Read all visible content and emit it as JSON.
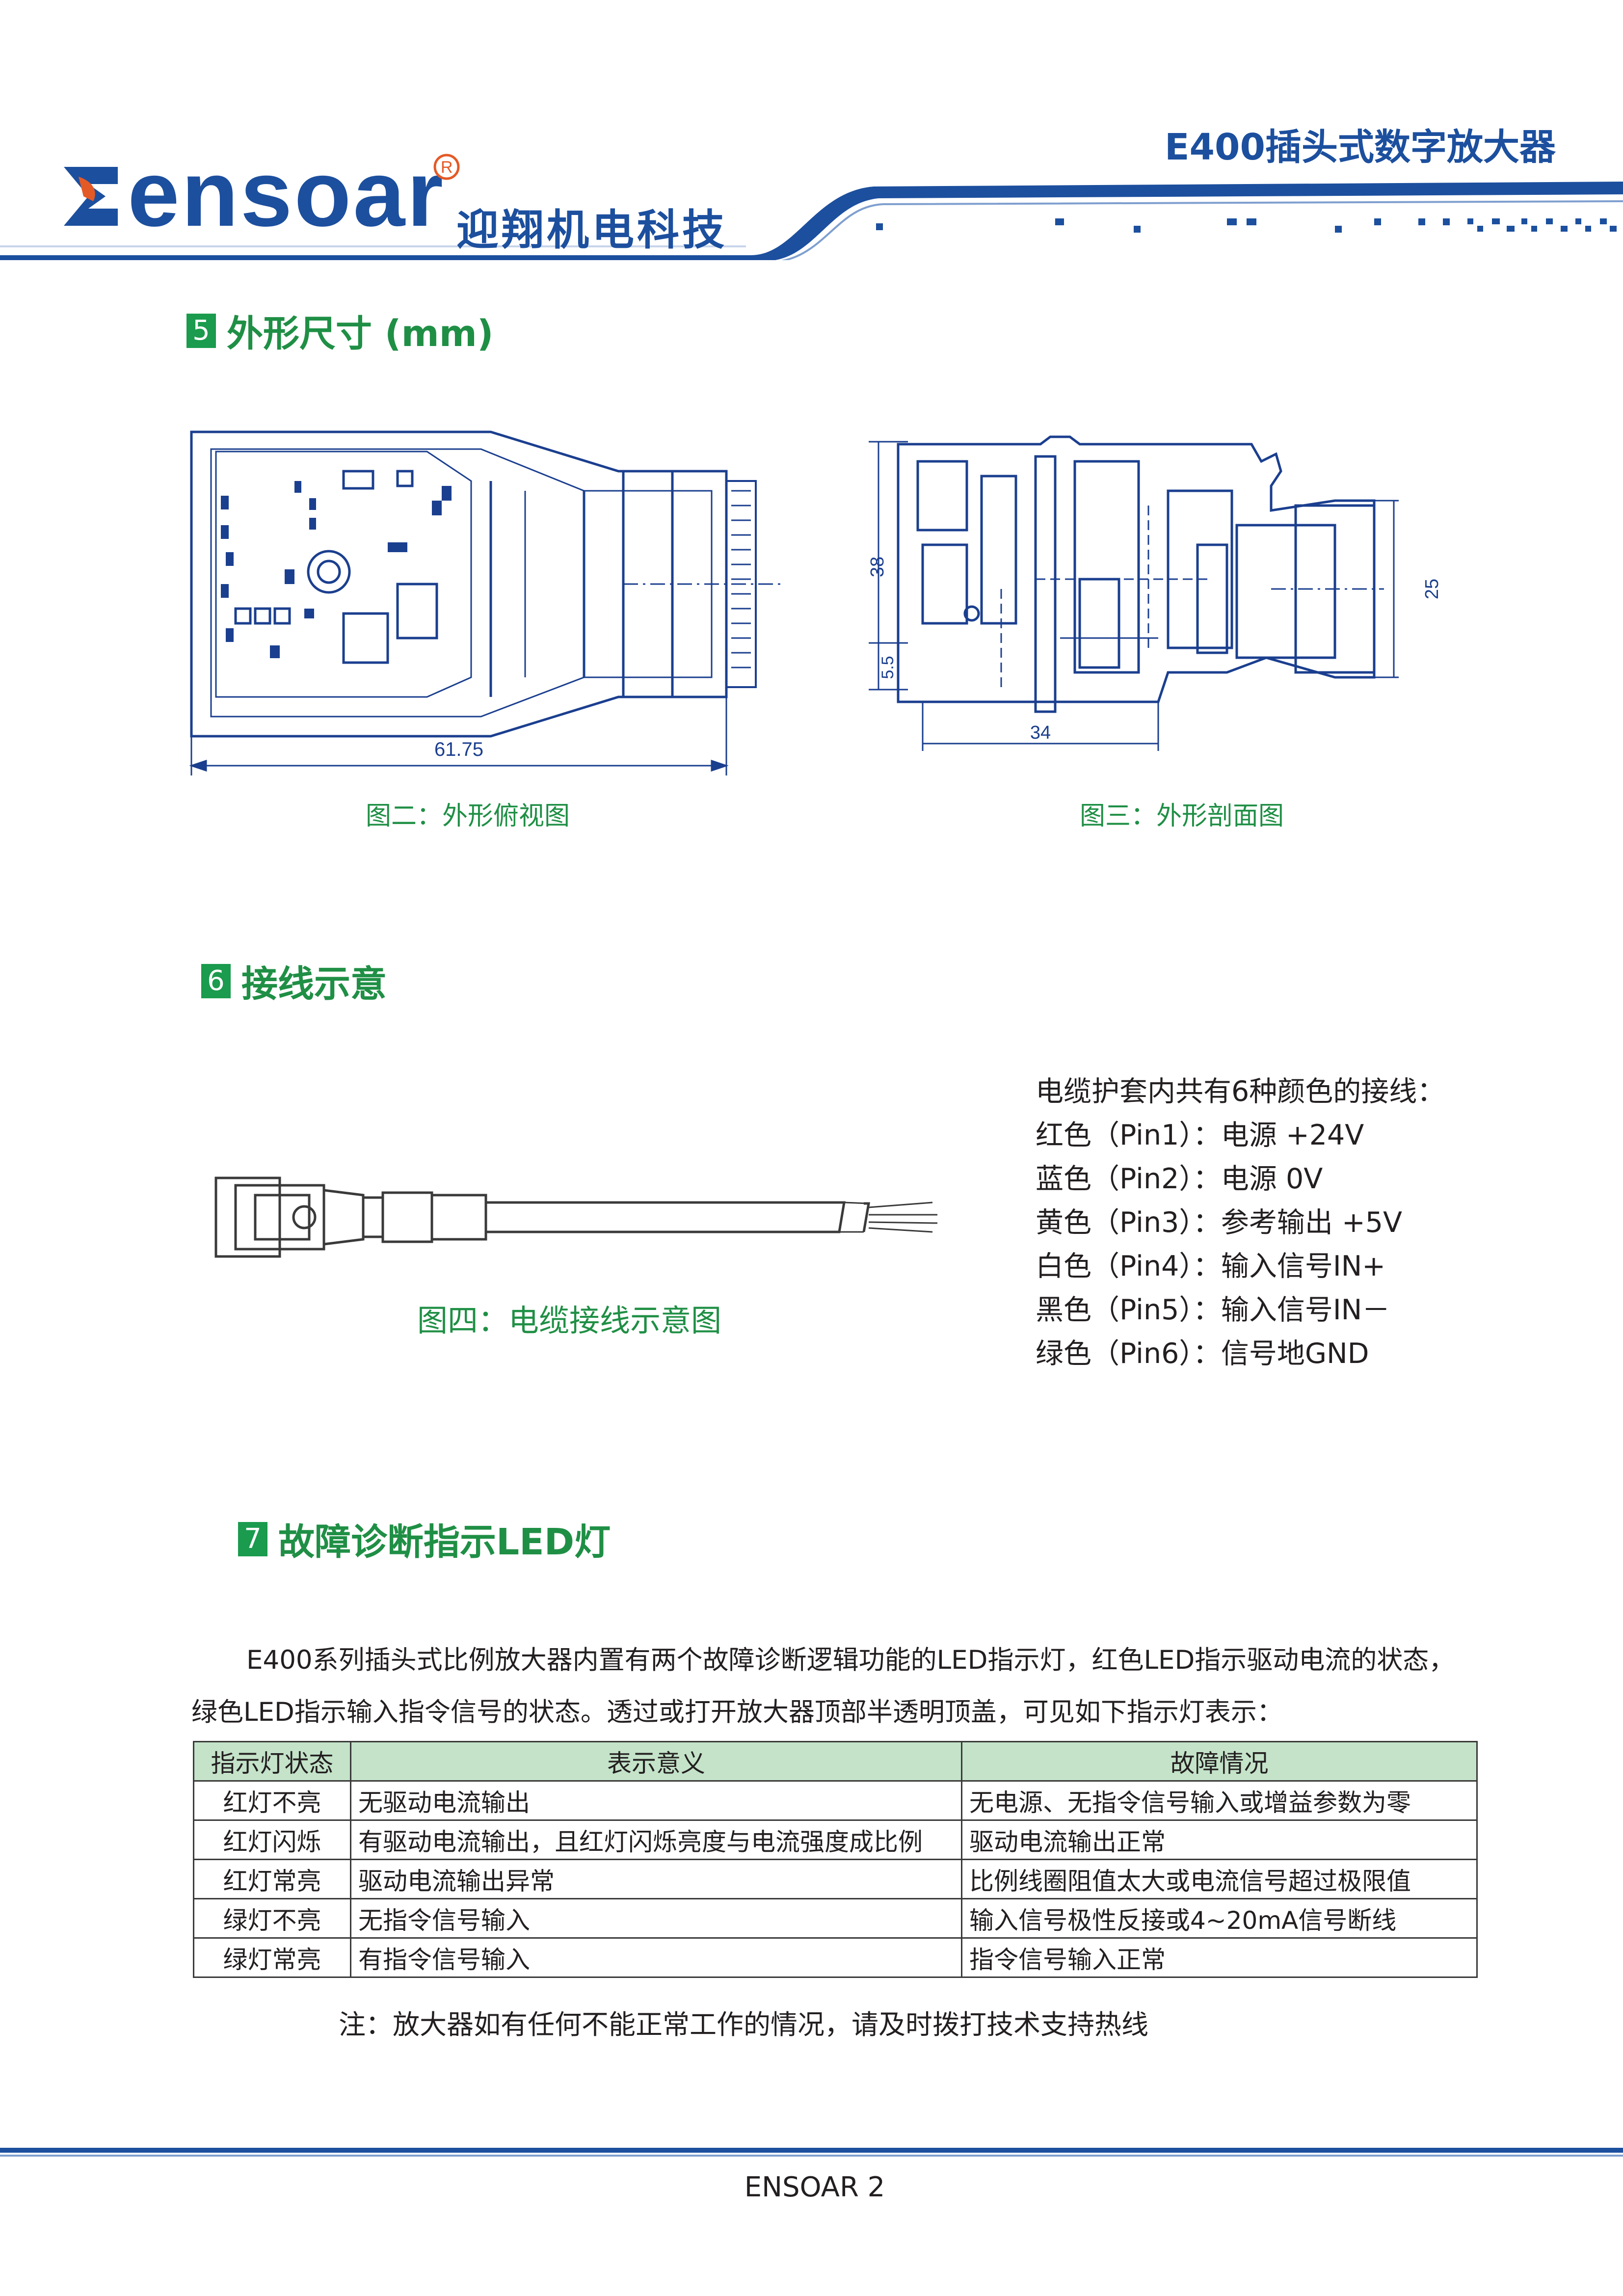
{
  "header": {
    "brand_name": "ensoar",
    "brand_cn": "迎翔机电科技",
    "doc_title": "E400插头式数字放大器"
  },
  "section5": {
    "num": "5",
    "title": "外形尺寸 (mm)",
    "fig2_caption": "图二：外形俯视图",
    "fig3_caption": "图三：外形剖面图",
    "dim_width": "61.75",
    "dim_height": "38",
    "dim_small": "5.5",
    "dim_depth": "34",
    "dim_plug": "25"
  },
  "section6": {
    "num": "6",
    "title": "接线示意",
    "fig4_caption": "图四：电缆接线示意图",
    "wire_intro": "电缆护套内共有6种颜色的接线：",
    "wires": [
      "红色（Pin1）：电源 +24V",
      "蓝色（Pin2）：电源 0V",
      "黄色（Pin3）：参考输出 +5V",
      "白色（Pin4）：输入信号IN+",
      "黑色（Pin5）：输入信号IN－",
      "绿色（Pin6）：信号地GND"
    ]
  },
  "section7": {
    "num": "7",
    "title": "故障诊断指示LED灯",
    "para1": "E400系列插头式比例放大器内置有两个故障诊断逻辑功能的LED指示灯，红色LED指示驱动电流的状态，",
    "para2": "绿色LED指示输入指令信号的状态。透过或打开放大器顶部半透明顶盖，可见如下指示灯表示：",
    "table": {
      "headers": [
        "指示灯状态",
        "表示意义",
        "故障情况"
      ],
      "rows": [
        [
          "红灯不亮",
          "无驱动电流输出",
          "无电源、无指令信号输入或增益参数为零"
        ],
        [
          "红灯闪烁",
          "有驱动电流输出，且红灯闪烁亮度与电流强度成比例",
          "驱动电流输出正常"
        ],
        [
          "红灯常亮",
          "驱动电流输出异常",
          "比例线圈阻值太大或电流信号超过极限值"
        ],
        [
          "绿灯不亮",
          "无指令信号输入",
          "输入信号极性反接或4~20mA信号断线"
        ],
        [
          "绿灯常亮",
          "有指令信号输入",
          "指令信号输入正常"
        ]
      ]
    },
    "note": "注：放大器如有任何不能正常工作的情况，请及时拨打技术支持热线"
  },
  "footer": {
    "text": "ENSOAR  2"
  },
  "colors": {
    "brand_blue": "#1c4f9e",
    "accent_green": "#1f8f45",
    "table_header": "#c4e3c9",
    "drawing": "#1b3f8f"
  }
}
